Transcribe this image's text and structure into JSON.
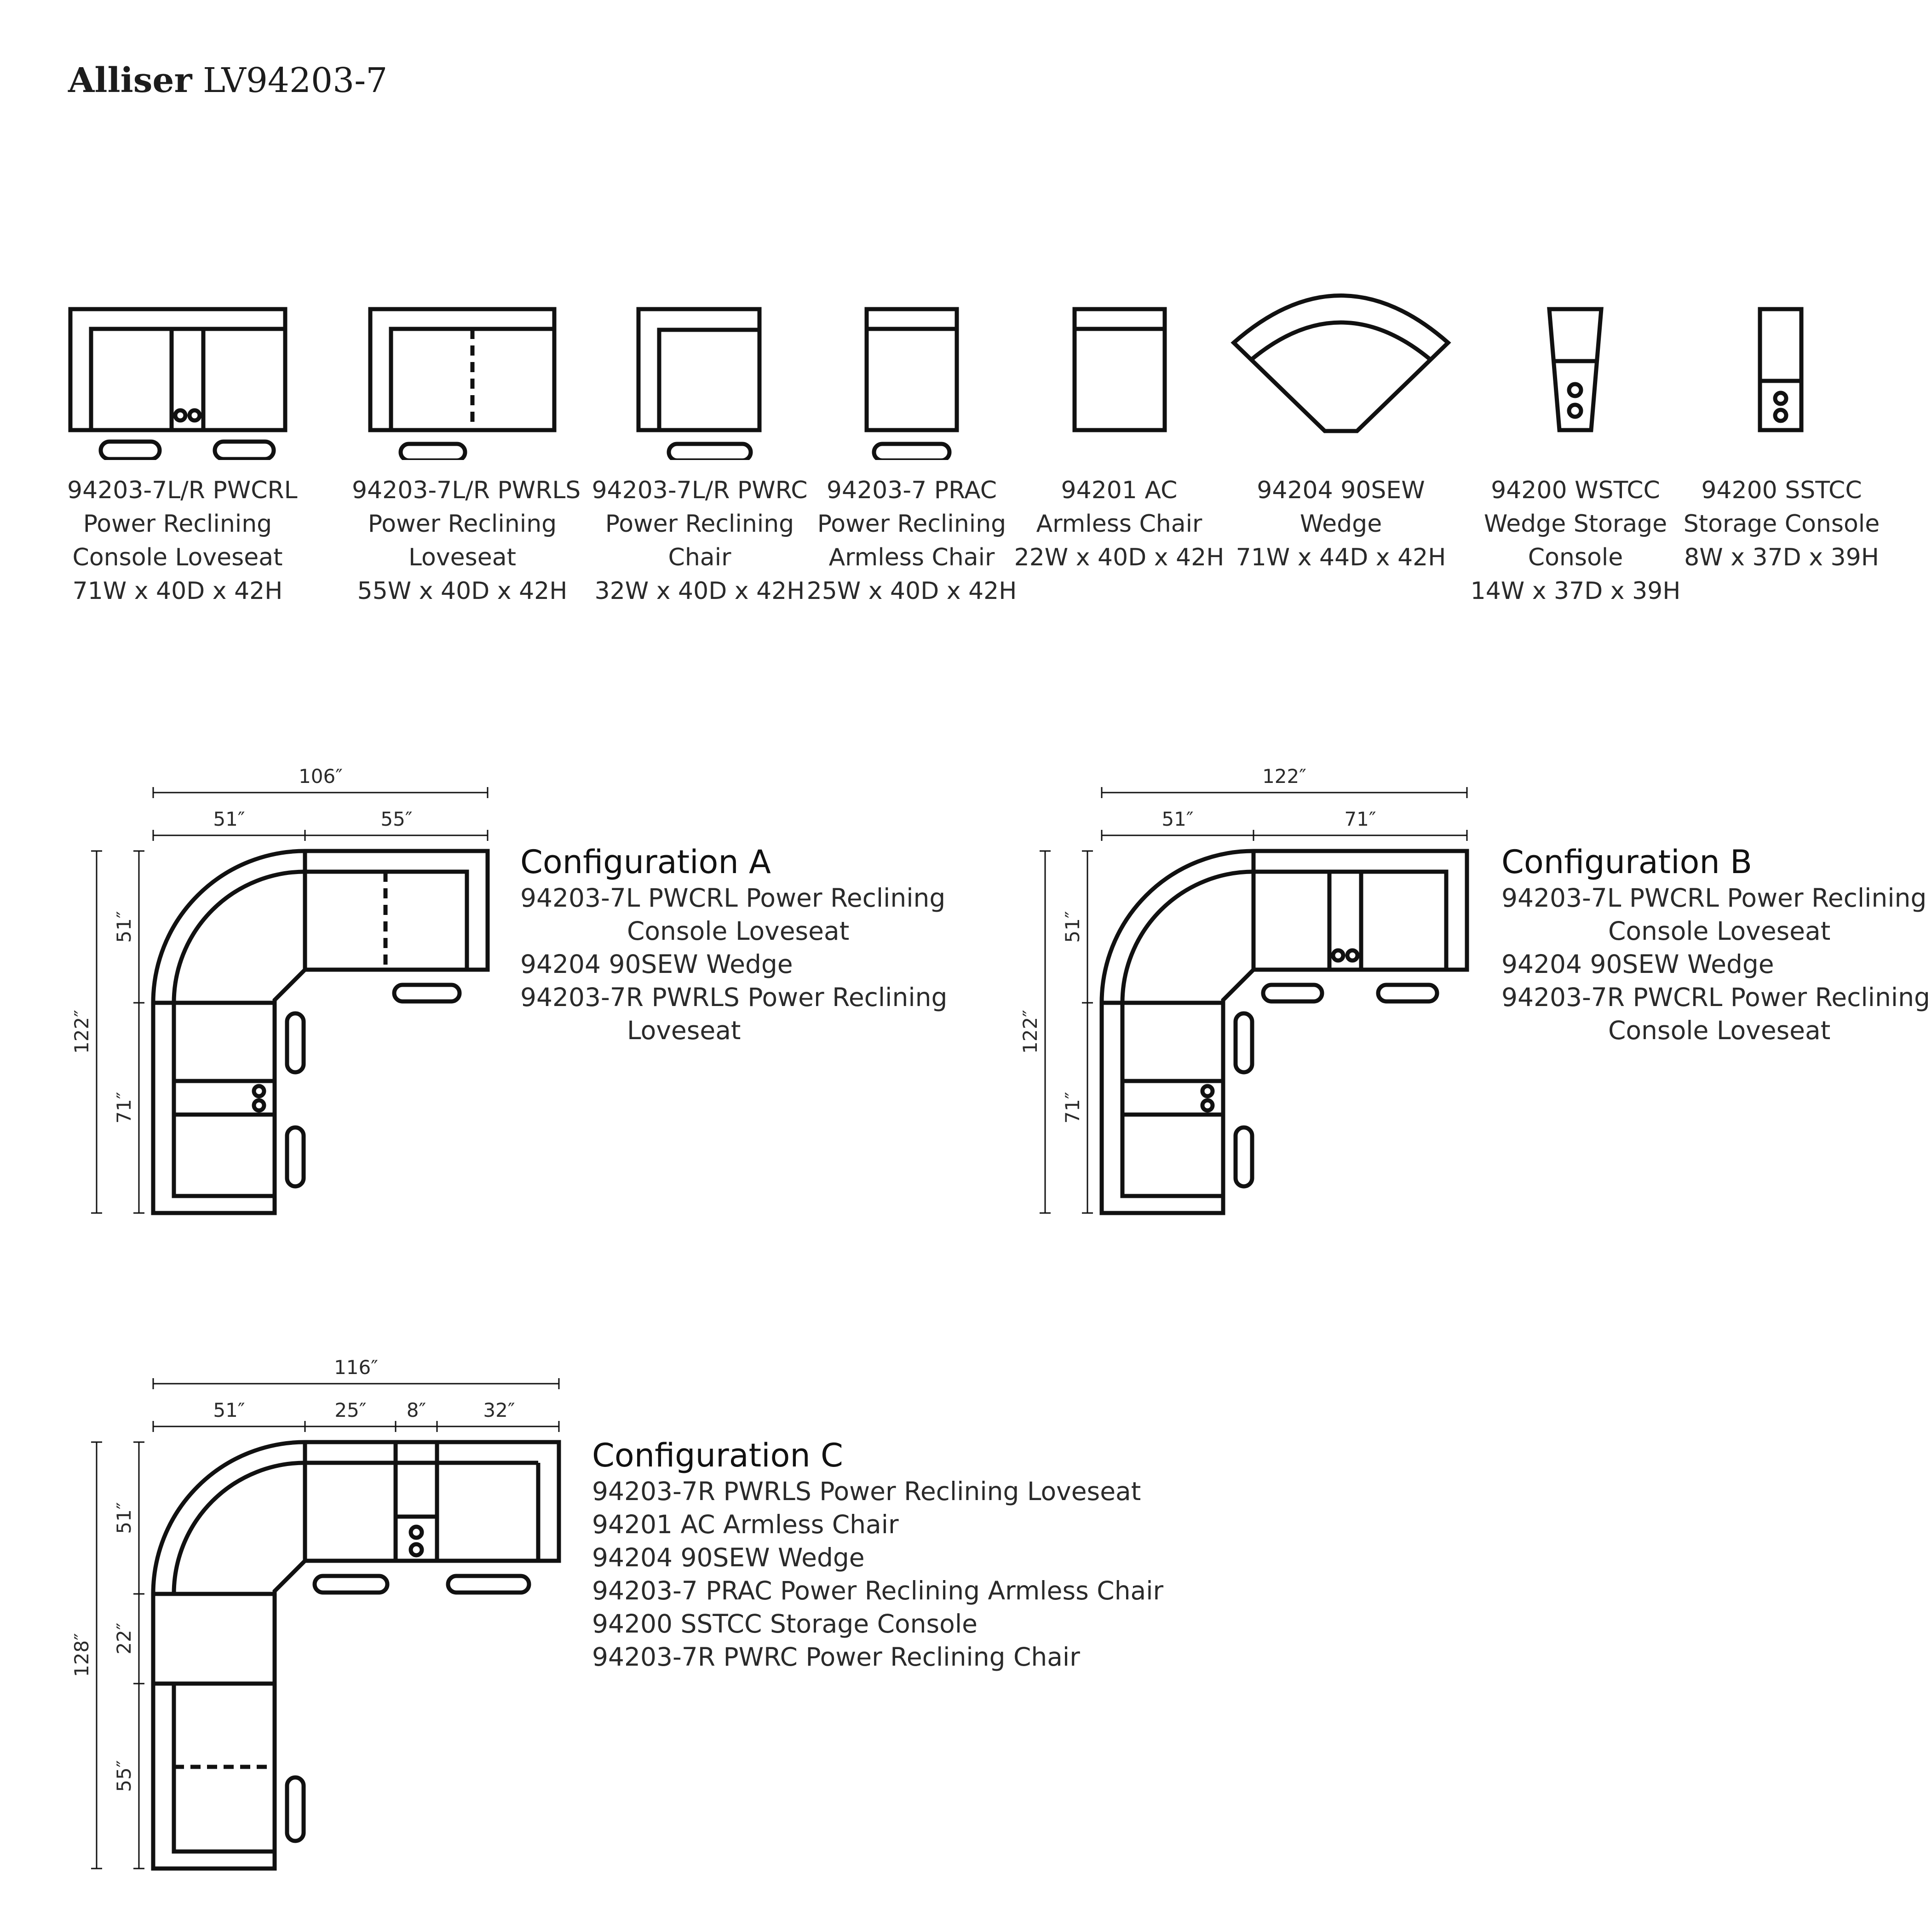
{
  "header": {
    "brand": "Alliser",
    "model": "LV94203-7"
  },
  "modules": [
    {
      "icon": "console-loveseat-icon",
      "lines": [
        "94203-7L/R PWCRL",
        "Power Reclining",
        "Console Loveseat",
        "71W x 40D x 42H"
      ]
    },
    {
      "icon": "loveseat-icon",
      "lines": [
        "94203-7L/R PWRLS",
        "Power Reclining",
        "Loveseat",
        "55W x 40D x 42H"
      ]
    },
    {
      "icon": "reclining-chair-icon",
      "lines": [
        "94203-7L/R PWRC",
        "Power Reclining",
        "Chair",
        "32W x 40D x 42H"
      ]
    },
    {
      "icon": "armless-recliner-icon",
      "lines": [
        "94203-7 PRAC",
        "Power Reclining",
        "Armless Chair",
        "25W x 40D x 42H"
      ]
    },
    {
      "icon": "armless-chair-icon",
      "lines": [
        "94201 AC",
        "Armless Chair",
        "22W x 40D x 42H"
      ]
    },
    {
      "icon": "wedge-icon",
      "lines": [
        "94204 90SEW",
        "Wedge",
        "71W x 44D x 42H"
      ]
    },
    {
      "icon": "wedge-storage-console-icon",
      "lines": [
        "94200 WSTCC",
        "Wedge Storage",
        "Console",
        "14W x 37D x 39H"
      ]
    },
    {
      "icon": "storage-console-icon",
      "lines": [
        "94200 SSTCC",
        "Storage Console",
        "8W x 37D x 39H"
      ]
    }
  ],
  "configurations": [
    {
      "title": "Configuration A",
      "items": [
        {
          "text": "94203-7L PWCRL Power Reclining",
          "indent": false
        },
        {
          "text": "Console Loveseat",
          "indent": true
        },
        {
          "text": "94204 90SEW Wedge",
          "indent": false
        },
        {
          "text": "94203-7R PWRLS Power Reclining",
          "indent": false
        },
        {
          "text": "Loveseat",
          "indent": true
        }
      ],
      "dims": {
        "total_w": "106″",
        "w1": "51″",
        "w2": "55″",
        "total_h": "122″",
        "h1": "51″",
        "h2": "71″"
      }
    },
    {
      "title": "Configuration B",
      "items": [
        {
          "text": "94203-7L PWCRL Power Reclining",
          "indent": false
        },
        {
          "text": "Console Loveseat",
          "indent": true
        },
        {
          "text": "94204 90SEW Wedge",
          "indent": false
        },
        {
          "text": "94203-7R PWCRL Power Reclining",
          "indent": false
        },
        {
          "text": "Console Loveseat",
          "indent": true
        }
      ],
      "dims": {
        "total_w": "122″",
        "w1": "51″",
        "w2": "71″",
        "total_h": "122″",
        "h1": "51″",
        "h2": "71″"
      }
    },
    {
      "title": "Configuration C",
      "items": [
        {
          "text": "94203-7R PWRLS Power Reclining Loveseat",
          "indent": false
        },
        {
          "text": "94201 AC Armless Chair",
          "indent": false
        },
        {
          "text": "94204 90SEW Wedge",
          "indent": false
        },
        {
          "text": "94203-7 PRAC Power Reclining Armless Chair",
          "indent": false
        },
        {
          "text": "94200 SSTCC Storage Console",
          "indent": false
        },
        {
          "text": "94203-7R PWRC Power Reclining Chair",
          "indent": false
        }
      ],
      "dims": {
        "total_w": "116″",
        "w1": "51″",
        "w2": "25″",
        "w3": "8″",
        "w4": "32″",
        "total_h": "128″",
        "h1": "51″",
        "h2": "22″",
        "h3": "55″"
      }
    }
  ]
}
